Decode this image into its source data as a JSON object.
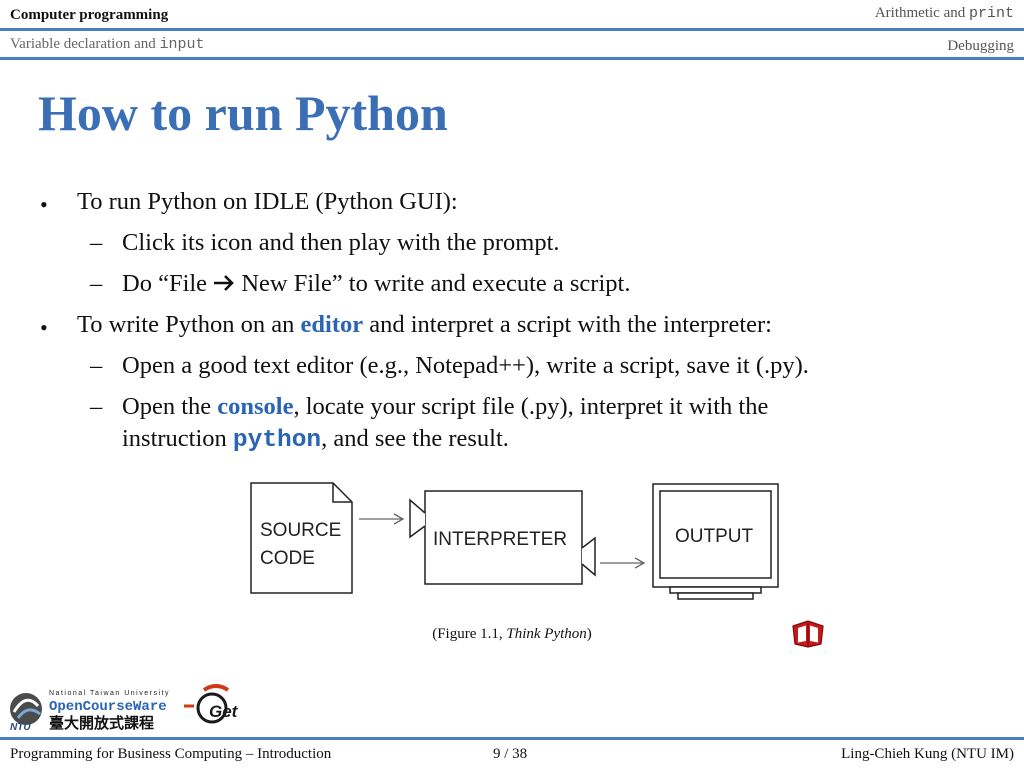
{
  "header": {
    "left_top": "Computer programming",
    "right_top_prefix": "Arithmetic and ",
    "right_top_code": "print",
    "left_bottom_prefix": "Variable declaration and ",
    "left_bottom_code": "input",
    "right_bottom": "Debugging"
  },
  "title": "How to run Python",
  "bullets": {
    "b1": "To run Python on IDLE (Python GUI):",
    "b1_s1": "Click its icon and then play with the prompt.",
    "b1_s2_pre": "Do “File ",
    "b1_s2_post": " New File” to write and execute a script.",
    "b2_pre": "To write Python on an ",
    "b2_kw": "editor",
    "b2_post": " and interpret a script with the interpreter:",
    "b2_s1": "Open a good text editor (e.g., Notepad++), write a script, save it (.py).",
    "b2_s2_pre": "Open the ",
    "b2_s2_kw": "console",
    "b2_s2_post": ", locate your script file (.py), interpret it with the",
    "b2_s2_l2_pre": "instruction ",
    "b2_s2_l2_code": "python",
    "b2_s2_l2_post": ", and see the result."
  },
  "diagram": {
    "source_l1": "SOURCE",
    "source_l2": "CODE",
    "interpreter": "INTERPRETER",
    "output": "OUTPUT"
  },
  "caption": {
    "pre": "(Figure 1.1, ",
    "italic": "Think Python",
    "post": ")"
  },
  "logos": {
    "ntu_small": "National Taiwan University",
    "ocw": "OpenCourseWare",
    "chinese": "臺大開放式課程",
    "ntu": "NTU",
    "get": "Get"
  },
  "footer": {
    "left": "Programming for Business Computing – Introduction",
    "page": "9 / 38",
    "right": "Ling-Chieh Kung (NTU IM)"
  },
  "colors": {
    "accent": "#4a7fc0",
    "title": "#3a6fb5",
    "keyword": "#2a64b4"
  },
  "icons": {
    "arrow": "arrow-right-icon",
    "book": "book-icon"
  }
}
